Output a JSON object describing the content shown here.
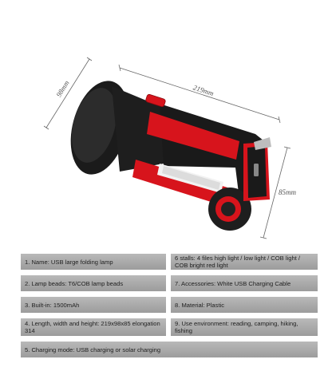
{
  "dimensions": {
    "diameter": "98mm",
    "length": "219mm",
    "height": "85mm"
  },
  "specs": [
    {
      "left": "1. Name: USB large folding lamp",
      "right": "6 stalls: 4 files high light / low light / COB light / COB bright red light"
    },
    {
      "left": "2. Lamp beads: T6/COB lamp beads",
      "right": "7. Accessories: White USB Charging Cable"
    },
    {
      "left": "3. Built-in: 1500mAh",
      "right": "8. Material: Plastic"
    },
    {
      "left": "4. Length, width and height: 219x98x85 elongation 314",
      "right": "9. Use environment: reading, camping, hiking, fishing"
    },
    {
      "full": "5. Charging mode: USB charging or solar charging"
    }
  ],
  "colors": {
    "body_red": "#d7141c",
    "body_black": "#1e1e1e",
    "spec_bar": "#a8a8a8"
  }
}
